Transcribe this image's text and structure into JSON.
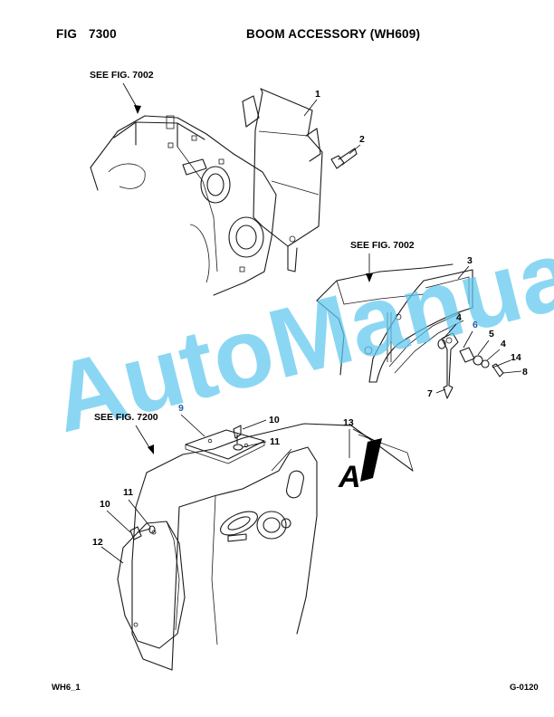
{
  "header": {
    "fig_label": "FIG",
    "fig_number": "7300",
    "title": "BOOM ACCESSORY (WH609)"
  },
  "references": [
    {
      "id": "ref-top",
      "text": "SEE FIG. 7002"
    },
    {
      "id": "ref-mid",
      "text": "SEE FIG. 7002"
    },
    {
      "id": "ref-low",
      "text": "SEE FIG. 7200"
    }
  ],
  "callouts": [
    "1",
    "2",
    "3",
    "4",
    "6",
    "5",
    "4",
    "14",
    "8",
    "7",
    "9",
    "10",
    "11",
    "13",
    "10",
    "11",
    "12"
  ],
  "decal_letter": "A",
  "watermark": "AutoManual",
  "footer": {
    "left": "WH6_1",
    "right": "G-0120"
  },
  "colors": {
    "watermark": "#5ec8ee",
    "callout_highlight": "#1a5fa8",
    "line": "#1a1a1a"
  }
}
